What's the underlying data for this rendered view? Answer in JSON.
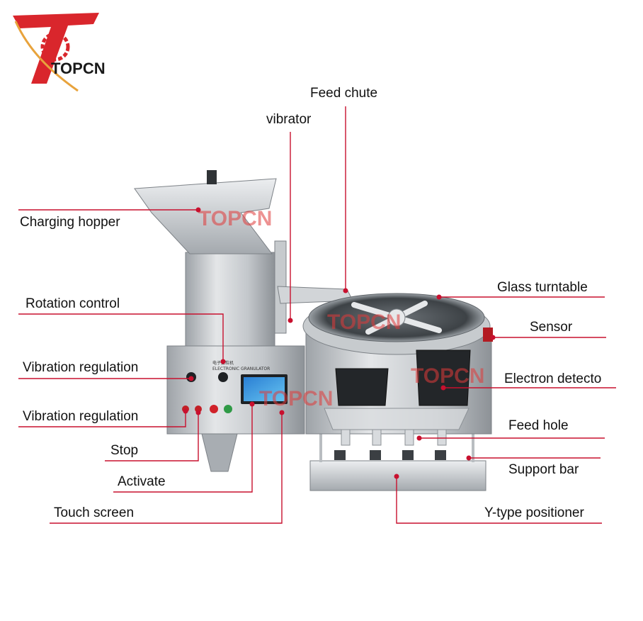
{
  "logo": {
    "text": "TOPCN",
    "primary_color": "#d9262c",
    "accent_color": "#e8a33c",
    "text_color": "#1a1a1a"
  },
  "watermark": {
    "text": "TOPCN",
    "color": "#e03a3a"
  },
  "panel": {
    "title_cn": "电子数粒机",
    "title_en": "ELECTRONIC GRANULATOR"
  },
  "line_color": "#c8102e",
  "callouts": [
    {
      "id": "feed-chute",
      "label": "Feed chute"
    },
    {
      "id": "vibrator",
      "label": "vibrator"
    },
    {
      "id": "charging-hopper",
      "label": "Charging hopper"
    },
    {
      "id": "glass-turntable",
      "label": "Glass turntable"
    },
    {
      "id": "rotation-control",
      "label": "Rotation control"
    },
    {
      "id": "sensor",
      "label": "Sensor"
    },
    {
      "id": "vibration-regulation-1",
      "label": "Vibration regulation"
    },
    {
      "id": "electron-detecto",
      "label": "Electron detecto"
    },
    {
      "id": "vibration-regulation-2",
      "label": "Vibration regulation"
    },
    {
      "id": "feed-hole",
      "label": "Feed hole"
    },
    {
      "id": "stop",
      "label": "Stop"
    },
    {
      "id": "support-bar",
      "label": "Support bar"
    },
    {
      "id": "activate",
      "label": "Activate"
    },
    {
      "id": "touch-screen",
      "label": "Touch screen"
    },
    {
      "id": "y-type-positioner",
      "label": "Y-type positioner"
    }
  ]
}
